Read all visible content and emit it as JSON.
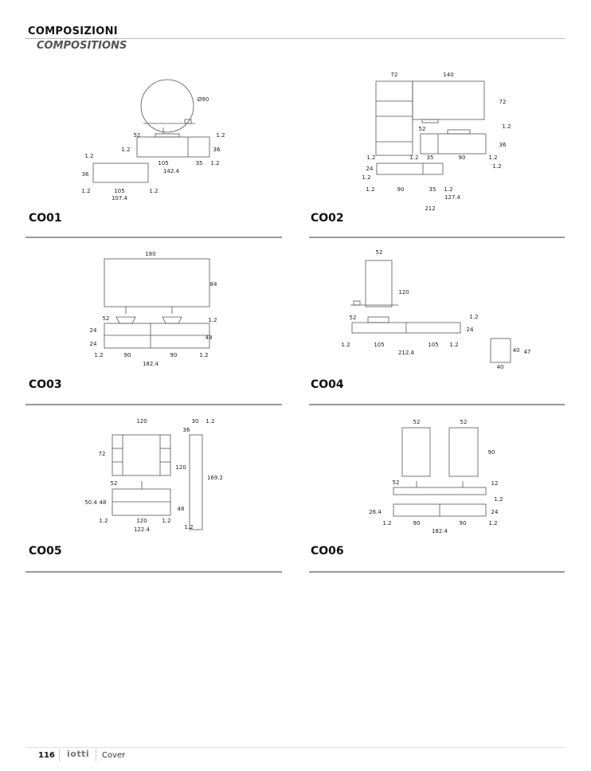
{
  "header": {
    "title": "COMPOSIZIONI",
    "subtitle": "COMPOSITIONS"
  },
  "compositions": [
    {
      "code": "CO01",
      "labels": [
        "Ø90",
        "52",
        "1.2",
        "1.2",
        "36",
        "1.2",
        "36",
        "105",
        "35",
        "1.2",
        "142.4",
        "1.2",
        "105",
        "1.2",
        "107.4"
      ]
    },
    {
      "code": "CO02",
      "labels": [
        "72",
        "140",
        "72",
        "52",
        "1.2",
        "36",
        "1.2",
        "1.2",
        "35",
        "90",
        "1.2",
        "1.2",
        "24",
        "1.2",
        "1.2",
        "90",
        "35",
        "1.2",
        "127.4",
        "212"
      ]
    },
    {
      "code": "CO03",
      "labels": [
        "180",
        "84",
        "52",
        "1.2",
        "24",
        "48",
        "24",
        "1.2",
        "90",
        "90",
        "1.2",
        "182.4"
      ]
    },
    {
      "code": "CO04",
      "labels": [
        "52",
        "120",
        "52",
        "1.2",
        "24",
        "1.2",
        "105",
        "105",
        "1.2",
        "212.4",
        "40",
        "47",
        "40"
      ]
    },
    {
      "code": "CO05",
      "labels": [
        "120",
        "30",
        "1.2",
        "36",
        "72",
        "120",
        "169.2",
        "52",
        "50.4",
        "48",
        "48",
        "1.2",
        "120",
        "1.2",
        "1.2",
        "122.4"
      ]
    },
    {
      "code": "CO06",
      "labels": [
        "52",
        "52",
        "90",
        "52",
        "12",
        "1.2",
        "26.4",
        "24",
        "1.2",
        "90",
        "90",
        "1.2",
        "182.4"
      ]
    }
  ],
  "footer": {
    "page_number": "116",
    "logo": "iotti",
    "section": "Cover"
  }
}
